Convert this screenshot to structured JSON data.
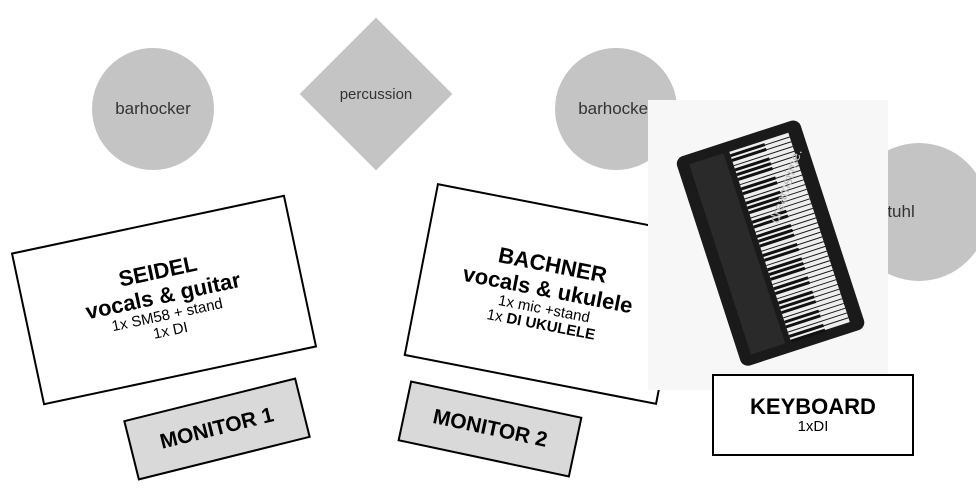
{
  "stage": {
    "seats": {
      "left": "barhocker",
      "middle": "barhocker",
      "right": "Stuhl"
    },
    "percussion": "percussion",
    "performers": {
      "seidel": {
        "name": "SEIDEL",
        "role": "vocals & guitar",
        "equipment": [
          "1x SM58 + stand",
          "1x DI"
        ]
      },
      "bachner": {
        "name": "BACHNER",
        "role": "vocals & ukulele",
        "equipment": [
          "1x mic +stand"
        ],
        "equipment_bold_prefix": "1x",
        "equipment_bold": "DI UKULELE"
      },
      "keyboard": {
        "name": "KEYBOARD",
        "equipment": "1xDI"
      }
    },
    "monitors": [
      "MONITOR 1",
      "MONITOR 2"
    ],
    "keyboard_watermark": "dreamstime.",
    "colors": {
      "shape_fill": "#c4c4c4",
      "monitor_fill": "#d9d9d9",
      "keyboard_body": "#1a1a1a"
    }
  }
}
